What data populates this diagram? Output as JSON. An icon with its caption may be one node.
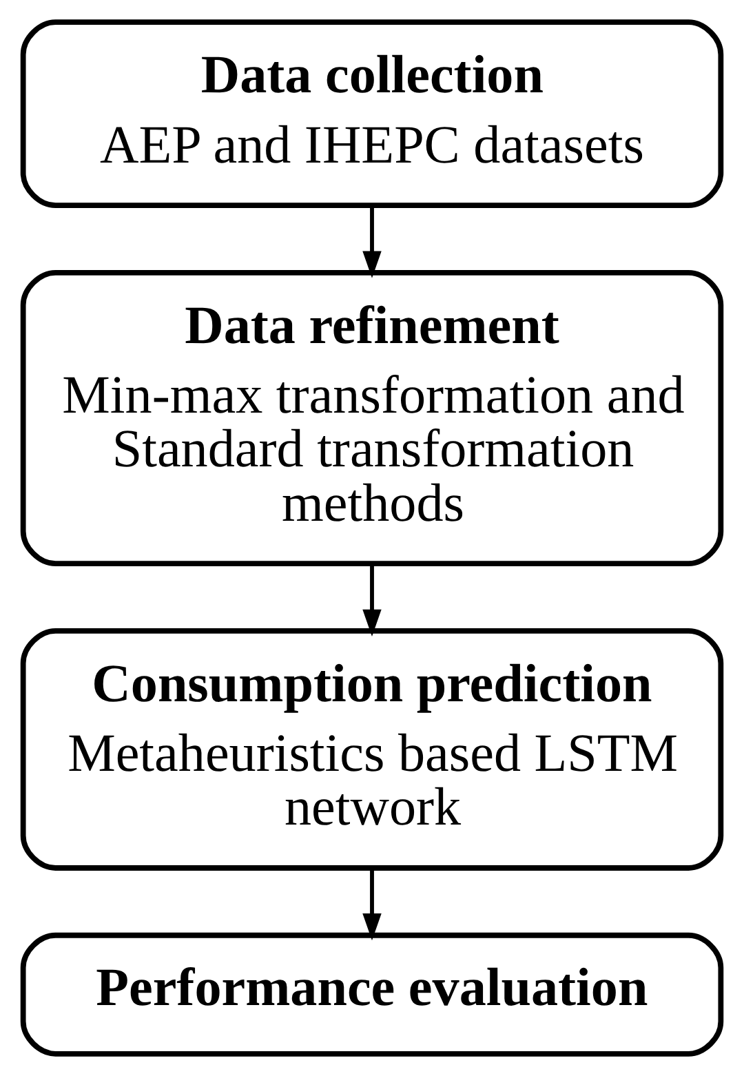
{
  "diagram": {
    "nodes": [
      {
        "text": [
          "Data collection",
          "AEP and IHEPC datasets"
        ]
      },
      {
        "text": [
          "Data refinement",
          "Min-max transformation and Standard transformation methods"
        ]
      },
      {
        "text": [
          "Consumption prediction",
          "Metaheuristics based LSTM network"
        ]
      },
      {
        "text": [
          "Performance evaluation"
        ]
      }
    ],
    "edges": [
      {
        "from": 0,
        "to": 1,
        "arrow": "to"
      },
      {
        "from": 1,
        "to": 2,
        "arrow": "to"
      },
      {
        "from": 2,
        "to": 3,
        "arrow": "to"
      }
    ]
  }
}
